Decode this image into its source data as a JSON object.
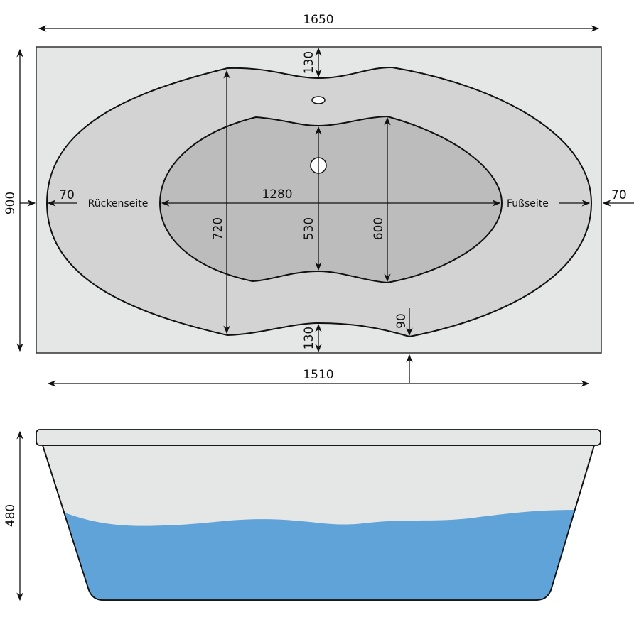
{
  "top_view": {
    "overall_length": "1650",
    "overall_width": "900",
    "inner_length": "1510",
    "basin_length": "1280",
    "width_at_back": "720",
    "basin_width_center": "530",
    "basin_width_foot": "600",
    "rim_top_center": "130",
    "rim_bottom_center": "130",
    "rim_left": "70",
    "rim_right": "70",
    "offset_bottom": "90",
    "back_side_label": "Rückenseite",
    "foot_side_label": "Fußseite"
  },
  "side_view": {
    "height": "480"
  },
  "colors": {
    "deck": "#e5e6e6",
    "rim": "#d3d3d3",
    "basin": "#bcbcbc",
    "water": "#5fa3d9",
    "tub_body": "#e5e6e6"
  }
}
